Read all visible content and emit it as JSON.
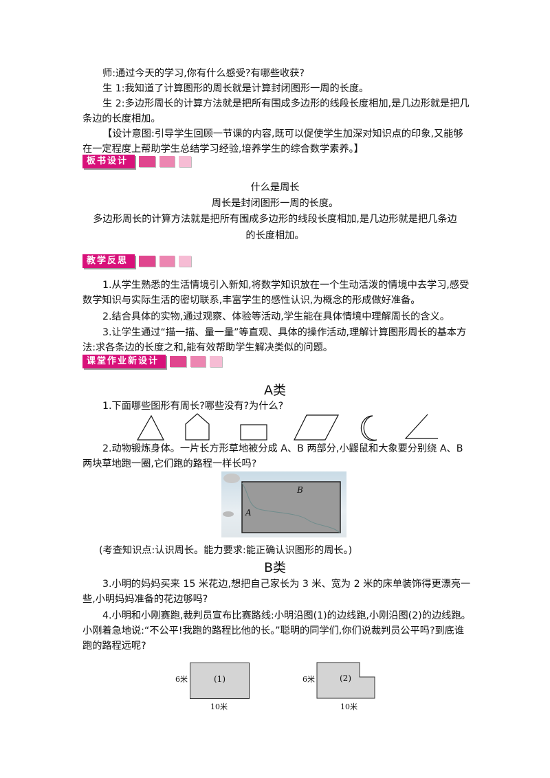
{
  "intro": {
    "p1": "师:通过今天的学习,你有什么感受?有哪些收获?",
    "p2": "生 1:我知道了计算图形的周长就是计算封闭图形一周的长度。",
    "p3": "生 2:多边形周长的计算方法就是把所有围成多边形的线段长度相加,是几边形就是把几条边的长度相加。",
    "p4": "【设计意图:引导学生回顾一节课的内容,既可以促使学生加深对知识点的印象,又能够在一定程度上帮助学生总结学习经验,培养学生的综合数学素养。】"
  },
  "board": {
    "header": "板书设计",
    "l1": "什么是周长",
    "l2": "周长是封闭图形一周的长度。",
    "l3": "多边形周长的计算方法就是把所有围成多边形的线段长度相加,是几边形就是把几条边",
    "l4": "的长度相加。"
  },
  "reflection": {
    "header": "教学反思",
    "items": [
      "1.从学生熟悉的生活情境引入新知,将数学知识放在一个生动活泼的情境中去学习,感受数学知识与实际生活的密切联系,丰富学生的感性认识,为概念的形成做好准备。",
      "2.结合具体的实物,通过观察、体验等活动,学生能在具体情境中理解周长的含义。",
      "3.让学生通过“描一描、量一量”等直观、具体的操作活动,理解计算图形周长的基本方法:求各条边的长度之和,能有效帮助学生解决类似的问题。"
    ]
  },
  "homework": {
    "header": "课堂作业新设计",
    "a_title": "A类",
    "q1": "1.下面哪些图形有周长?哪些没有?为什么?",
    "q2": "2.动物锻炼身体。一片长方形草地被分成 A、B 两部分,小鼹鼠和大象要分别绕 A、B 两块草地跑一圈,它们跑的路程一样长吗?",
    "label_a": "A",
    "label_b": "B",
    "note": "(考查知识点:认识周长。能力要求:能正确认识图形的周长。)",
    "b_title": "B类",
    "q3": "3.小明的妈妈买来 15 米花边,想把自己家长为 3 米、宽为 2 米的床单装饰得更漂亮一些,小明妈妈准备的花边够吗?",
    "q4": "4.小明和小刚赛跑,裁判员宣布比赛路线:小明沿图(1)的边线跑,小刚沿图(2)的边线跑。小刚着急地说:“不公平!我跑的路程比他的长。”聪明的同学们,你们说裁判员公平吗?到底谁跑的路程远呢?",
    "fig1": {
      "label": "(1)",
      "height": "6米",
      "width": "10米"
    },
    "fig2": {
      "label": "(2)",
      "height": "6米",
      "width": "10米"
    }
  },
  "colors": {
    "header_bg": "#d8117a",
    "sq1": "#e0468e",
    "sq2": "#ec86b1",
    "sq3": "#f6bcd4"
  }
}
